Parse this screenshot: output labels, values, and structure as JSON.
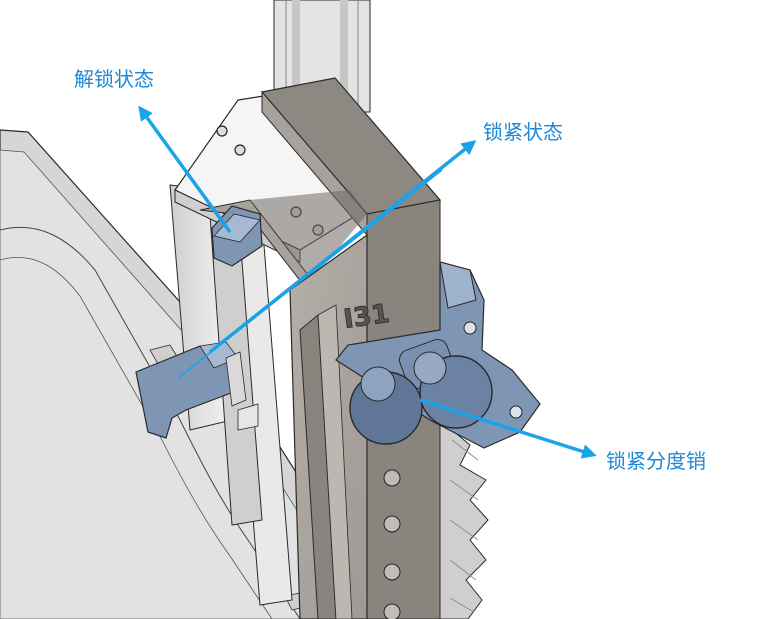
{
  "callouts": {
    "unlock": {
      "label": "解锁状态"
    },
    "lock": {
      "label": "锁紧状态"
    },
    "pin": {
      "label": "锁紧分度销"
    }
  },
  "part_marking": "I31",
  "colors": {
    "arrow": "#1aa3e8",
    "label_text": "#1e88d6",
    "bracket_front": "#aaa49f",
    "bracket_top": "#8e8882",
    "rail": "#dcdcdc",
    "latch_blue": "#7f95b4",
    "knob_blue": "#5f7699",
    "plate": "#dbdbdb",
    "outline": "#2a2a2a"
  }
}
